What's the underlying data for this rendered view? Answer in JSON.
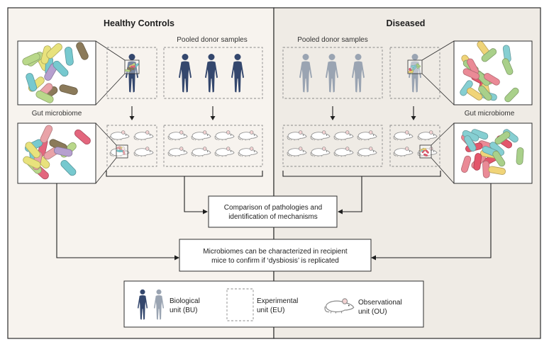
{
  "panels": {
    "healthy": {
      "title": "Healthy Controls",
      "pooled_label": "Pooled donor samples",
      "microbiome_label": "Gut microbiome"
    },
    "diseased": {
      "title": "Diseased",
      "pooled_label": "Pooled donor samples",
      "microbiome_label": "Gut microbiome"
    }
  },
  "boxes": {
    "comparison": {
      "line1": "Comparison of pathologies and",
      "line2": "identification of mechanisms"
    },
    "characterize": {
      "line1": "Microbiomes can be characterized in recipient",
      "line2": "mice to confirm if ‘dysbiosis’ is replicated"
    }
  },
  "legend": {
    "bu": {
      "line1": "Biological",
      "line2": "unit (BU)"
    },
    "eu": {
      "line1": "Experimental",
      "line2": "unit (EU)"
    },
    "ou": {
      "line1": "Observational",
      "line2": "unit (OU)"
    }
  },
  "colors": {
    "healthy_bg": "#f7f3ee",
    "diseased_bg": "#efebe5",
    "person_dark": "#34476d",
    "person_light": "#9aa4b2",
    "healthy_bacteria": [
      "#e8e27c",
      "#b9d88a",
      "#b6a0cf",
      "#e3667d",
      "#77c9cf",
      "#8b7a5a",
      "#e9a3a8"
    ],
    "diseased_bacteria": [
      "#e3566b",
      "#ea8a96",
      "#f0d478",
      "#86cfd2",
      "#a9d08a"
    ]
  }
}
